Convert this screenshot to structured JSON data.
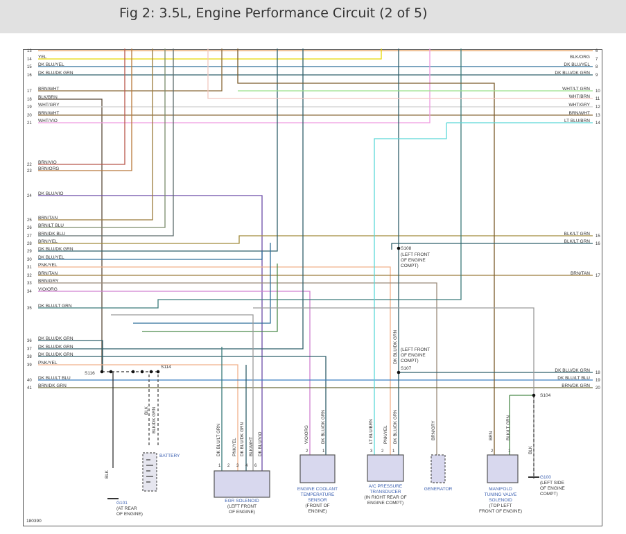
{
  "header": {
    "title": "Fig 2: 3.5L, Engine Performance Circuit (2 of 5)"
  },
  "colors": {
    "YEL": "#e8d800",
    "DK BLU/YEL": "#2f6f9a",
    "DK BLU/DK GRN": "#2f5f6a",
    "BRN/WHT": "#8a6a3a",
    "BLK/BRN": "#5a4a3a",
    "WHT/GRY": "#cfcfcf",
    "WHT/VIO": "#ef9be0",
    "BRN/VIO": "#b8564a",
    "BRN/ORG": "#b8783a",
    "DK BLU/VIO": "#6a4aa8",
    "BRN/TAN": "#9a7a3a",
    "BRN/LT BLU": "#7a8a6a",
    "BRN/DK BLU": "#5a6a6a",
    "BRN/YEL": "#a08a3a",
    "PNK/YEL": "#f0b08a",
    "BRN/GRY": "#9a8a7a",
    "VIO/ORG": "#d080d0",
    "DK BLU/LT GRN": "#3a7a7a",
    "DK BLU/LT BLU": "#3a7fc0",
    "BRN/DK GRN": "#6a6a3a",
    "BLK/ORG": "#f0a050",
    "WHT/BRN": "#f2c8c0",
    "WHT/LT GRN": "#9ae08a",
    "LT BLU/BRN": "#5ad8d8",
    "BLK/LT GRN": "#4a8a4a",
    "BLK/LT GRN2": "#4a8a4a",
    "BLK": "#333333",
    "BRN": "#7a5a2a",
    "GRAY_WIRE": "#9a9a9a",
    "BLK/WHT": "#666666"
  },
  "left_wires": [
    {
      "num": "13",
      "label": ""
    },
    {
      "num": "14",
      "label": "YEL"
    },
    {
      "num": "15",
      "label": "DK BLU/YEL"
    },
    {
      "num": "16",
      "label": "DK BLU/DK GRN"
    },
    {
      "num": "17",
      "label": "BRN/WHT"
    },
    {
      "num": "18",
      "label": "BLK/BRN"
    },
    {
      "num": "19",
      "label": "WHT/GRY"
    },
    {
      "num": "20",
      "label": "BRN/WHT"
    },
    {
      "num": "21",
      "label": "WHT/VIO"
    },
    {
      "num": "22",
      "label": "BRN/VIO"
    },
    {
      "num": "23",
      "label": "BRN/ORG"
    },
    {
      "num": "24",
      "label": "DK BLU/VIO"
    },
    {
      "num": "25",
      "label": "BRN/TAN"
    },
    {
      "num": "26",
      "label": "BRN/LT BLU"
    },
    {
      "num": "27",
      "label": "BRN/DK BLU"
    },
    {
      "num": "28",
      "label": "BRN/YEL"
    },
    {
      "num": "29",
      "label": "DK BLU/DK GRN"
    },
    {
      "num": "30",
      "label": "DK BLU/YEL"
    },
    {
      "num": "31",
      "label": "PNK/YEL"
    },
    {
      "num": "32",
      "label": "BRN/TAN"
    },
    {
      "num": "33",
      "label": "BRN/GRY"
    },
    {
      "num": "34",
      "label": "VIO/ORG"
    },
    {
      "num": "35",
      "label": "DK BLU/LT GRN"
    },
    {
      "num": "36",
      "label": "DK BLU/DK GRN"
    },
    {
      "num": "37",
      "label": "DK BLU/DK GRN"
    },
    {
      "num": "38",
      "label": "DK BLU/DK GRN"
    },
    {
      "num": "39",
      "label": "PNK/YEL"
    },
    {
      "num": "40",
      "label": "DK BLU/LT BLU"
    },
    {
      "num": "41",
      "label": "BRN/DK GRN"
    }
  ],
  "right_wires": [
    {
      "num": "6",
      "label": ""
    },
    {
      "num": "7",
      "label": "BLK/ORG"
    },
    {
      "num": "8",
      "label": "DK BLU/YEL"
    },
    {
      "num": "9",
      "label": "DK BLU/DK GRN"
    },
    {
      "num": "10",
      "label": "WHT/LT GRN"
    },
    {
      "num": "11",
      "label": "WHT/BRN"
    },
    {
      "num": "12",
      "label": "WHT/GRY"
    },
    {
      "num": "13",
      "label": "BRN/WHT"
    },
    {
      "num": "14",
      "label": "LT BLU/BRN"
    },
    {
      "num": "15",
      "label": "BLK/LT GRN"
    },
    {
      "num": "16",
      "label": "BLK/LT GRN"
    },
    {
      "num": "17",
      "label": "BRN/TAN"
    },
    {
      "num": "18",
      "label": "DK BLU/DK GRN"
    },
    {
      "num": "19",
      "label": "DK BLU/LT BLU"
    },
    {
      "num": "20",
      "label": "BRN/DK GRN"
    }
  ],
  "splices": {
    "s116": "S116",
    "s114": "S114",
    "s108": "S108",
    "s108_loc": [
      "(LEFT FRONT",
      "OF ENGINE",
      "COMPT)"
    ],
    "s107": "S107",
    "s107_loc": [
      "(LEFT FRONT",
      "OF ENGINE",
      "COMPT)"
    ],
    "s104": "S104"
  },
  "vertical_labels": {
    "blk_a": "BLK",
    "blk_dk_grn": "BLK/DK GRN",
    "blk_b": "BLK",
    "egr_1": "DK BLU/LT GRN",
    "egr_2": "PNK/YEL",
    "egr_3": "DK BLU/DK GRN",
    "egr_4": "BLK/WHT",
    "egr_6": "DK BLU/VIO",
    "ect_a": "VIO/ORG",
    "ect_b": "DK BLU/DK GRN",
    "s107_wire": "DK BLU/DK GRN",
    "ac_a": "LT BLU/BRN",
    "ac_b": "PNK/YEL",
    "ac_c": "DK BLU/DK GRN",
    "gen": "BRN/GRY",
    "mtv_a": "BRN",
    "mtv_b": "BLK/LT GRN",
    "blk_c": "BLK"
  },
  "components": {
    "battery": "BATTERY",
    "egr": [
      "EGR SOLENOID",
      "(LEFT FRONT",
      "OF ENGINE)"
    ],
    "ect": [
      "ENGINE COOLANT",
      "TEMPERATURE",
      "SENSOR",
      "(FRONT OF",
      "ENGINE)"
    ],
    "ac": [
      "A/C PRESSURE",
      "TRANSDUCER",
      "(IN RIGHT REAR OF",
      "ENGINE COMPT)"
    ],
    "generator": "GENERATOR",
    "mtv": [
      "MANIFOLD",
      "TUNING VALVE",
      "SOLENOID",
      "(TOP LEFT",
      "FRONT OF ENGINE)"
    ],
    "g101": [
      "G101",
      "(AT REAR",
      "OF ENGINE)"
    ],
    "g100": [
      "G100",
      "(LEFT SIDE",
      "OF ENGINE",
      "COMPT)"
    ]
  },
  "pins": {
    "egr": [
      "1",
      "2",
      "3",
      "4",
      "6"
    ],
    "ect": [
      "2",
      "1"
    ],
    "ac": [
      "3",
      "2",
      "1"
    ],
    "mtv": [
      "2",
      "1"
    ]
  },
  "figure_id": "180390"
}
